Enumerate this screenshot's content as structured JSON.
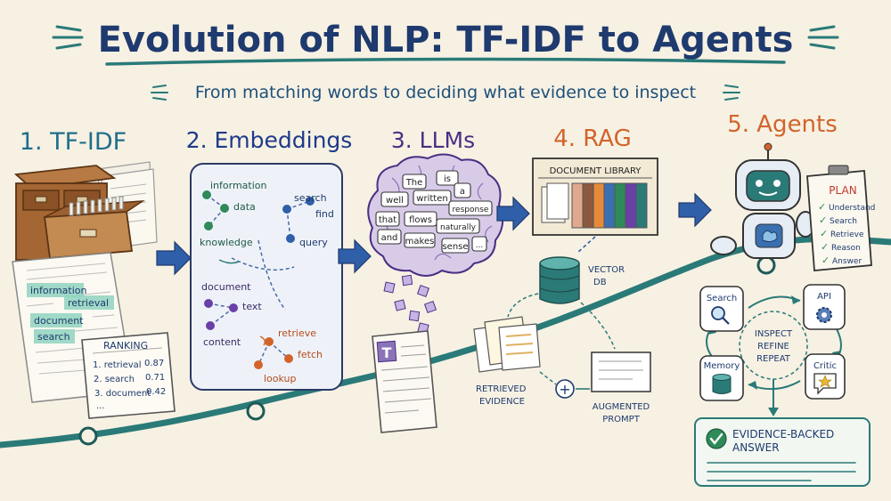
{
  "title": "Evolution of NLP: TF-IDF to Agents",
  "subtitle": "From matching words to deciding what evidence to inspect",
  "colors": {
    "navy": "#1e3a6e",
    "teal": "#2a7a78",
    "purple": "#5a3b8c",
    "orange": "#d2642b",
    "green": "#2f8a5a",
    "paper": "#f7f1e3"
  },
  "stages": [
    {
      "label": "1. TF-IDF"
    },
    {
      "label": "2. Embeddings"
    },
    {
      "label": "3. LLMs"
    },
    {
      "label": "4. RAG"
    },
    {
      "label": "5. Agents"
    }
  ],
  "tfidf": {
    "highlights": [
      "information",
      "retrieval",
      "document",
      "search"
    ],
    "ranking_title": "RANKING",
    "ranking": [
      {
        "term": "1. retrieval",
        "score": "0.87"
      },
      {
        "term": "2. search",
        "score": "0.71"
      },
      {
        "term": "3. document",
        "score": "0.42"
      }
    ],
    "ranking_more": "..."
  },
  "embeddings": {
    "words": [
      "information",
      "data",
      "knowledge",
      "search",
      "find",
      "query",
      "document",
      "text",
      "content",
      "retrieve",
      "fetch",
      "lookup"
    ]
  },
  "llm": {
    "words": [
      "The",
      "is",
      "a",
      "well",
      "written",
      "response",
      "that",
      "flows",
      "naturally",
      "and",
      "makes",
      "sense",
      "..."
    ],
    "doc_letter": "T"
  },
  "rag": {
    "library_label": "DOCUMENT LIBRARY",
    "vector_db_line1": "VECTOR",
    "vector_db_line2": "DB",
    "retrieved_line1": "RETRIEVED",
    "retrieved_line2": "EVIDENCE",
    "augmented_line1": "AUGMENTED",
    "augmented_line2": "PROMPT",
    "plus": "+"
  },
  "agents": {
    "plan_title": "PLAN",
    "plan_items": [
      "Understand",
      "Search",
      "Retrieve",
      "Reason",
      "Answer"
    ],
    "tools": [
      "Search",
      "API",
      "Memory",
      "Critic"
    ],
    "loop_line1": "INSPECT",
    "loop_line2": "REFINE",
    "loop_line3": "REPEAT",
    "answer_line1": "EVIDENCE-BACKED",
    "answer_line2": "ANSWER"
  }
}
